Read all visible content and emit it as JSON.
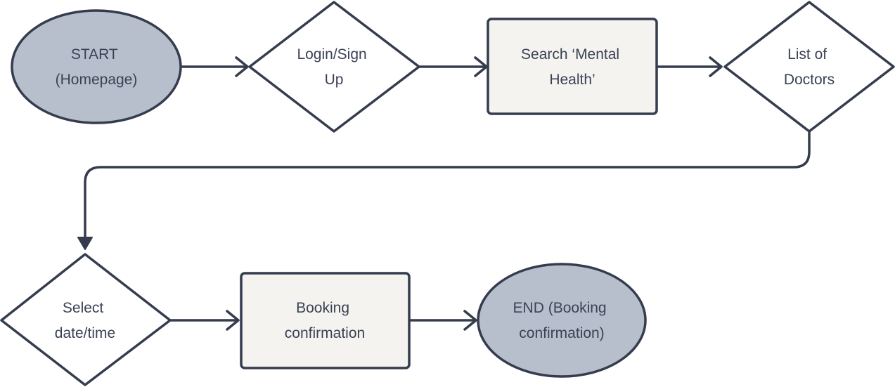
{
  "colors": {
    "stroke": "#353c4e",
    "terminal_fill": "#b8bfcc",
    "process_fill": "#f4f3ef",
    "decision_fill": "#ffffff",
    "text": "#3a4255"
  },
  "flowchart": {
    "nodes": [
      {
        "id": "start",
        "shape": "ellipse",
        "lines": [
          "START",
          "(Homepage)"
        ]
      },
      {
        "id": "login",
        "shape": "diamond",
        "lines": [
          "Login/Sign",
          "Up"
        ]
      },
      {
        "id": "search",
        "shape": "rectangle",
        "lines": [
          "Search ‘Mental",
          "Health’"
        ]
      },
      {
        "id": "doctors",
        "shape": "diamond",
        "lines": [
          "List of",
          "Doctors"
        ]
      },
      {
        "id": "select",
        "shape": "diamond",
        "lines": [
          "Select",
          "date/time"
        ]
      },
      {
        "id": "booking",
        "shape": "rectangle",
        "lines": [
          "Booking",
          "confirmation"
        ]
      },
      {
        "id": "end",
        "shape": "ellipse",
        "lines": [
          "END (Booking",
          "confirmation)"
        ]
      }
    ],
    "edges": [
      {
        "from": "start",
        "to": "login"
      },
      {
        "from": "login",
        "to": "search"
      },
      {
        "from": "search",
        "to": "doctors"
      },
      {
        "from": "doctors",
        "to": "select"
      },
      {
        "from": "select",
        "to": "booking"
      },
      {
        "from": "booking",
        "to": "end"
      }
    ]
  }
}
